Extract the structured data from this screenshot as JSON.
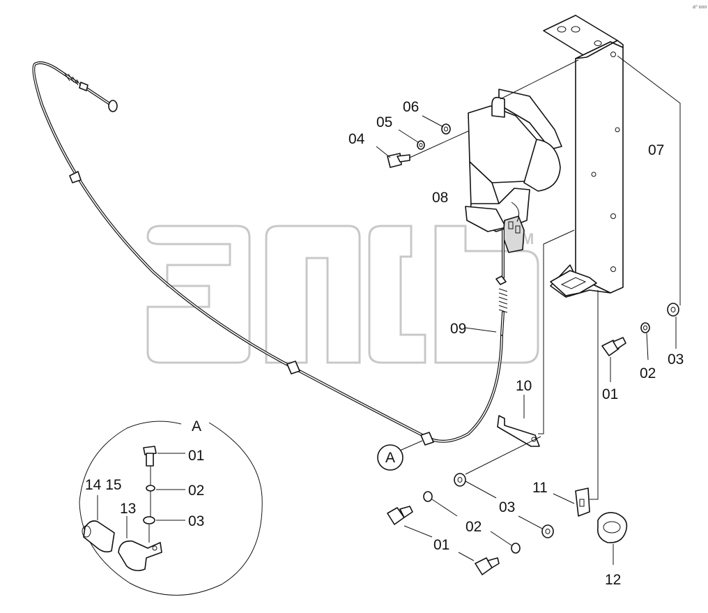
{
  "labels": {
    "p01": "01",
    "p02": "02",
    "p03": "03",
    "p04": "04",
    "p05": "05",
    "p06": "06",
    "p07": "07",
    "p08": "08",
    "p09": "09",
    "p10": "10",
    "p11": "11",
    "p12": "12",
    "p13": "13",
    "p14_15": "14 15"
  },
  "detail": {
    "callout": "A",
    "title": "A"
  },
  "watermark": {
    "text": "amd",
    "mark": "M"
  },
  "corner_mark": "a⁰ ooo"
}
